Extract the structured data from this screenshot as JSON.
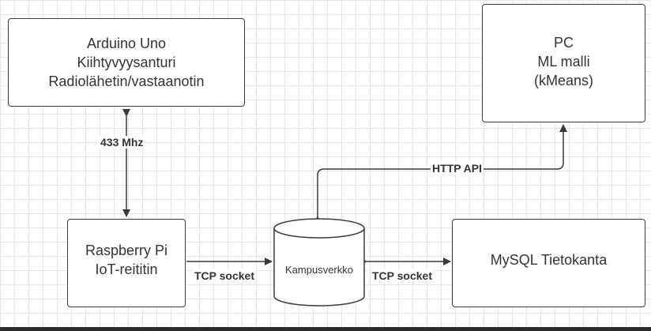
{
  "nodes": {
    "arduino": {
      "lines": [
        "Arduino Uno",
        "Kiihtyvyysanturi",
        "Radiolähetin/vastaanotin"
      ]
    },
    "pc": {
      "lines": [
        "PC",
        "ML malli",
        "(kMeans)"
      ]
    },
    "raspberry": {
      "lines": [
        "Raspberry Pi",
        "IoT-reititin"
      ]
    },
    "database": {
      "label": "Kampusverkko"
    },
    "mysql": {
      "lines": [
        "MySQL Tietokanta"
      ]
    }
  },
  "edges": {
    "arduino_raspberry": {
      "label": "433 Mhz"
    },
    "raspberry_database": {
      "label": "TCP socket"
    },
    "database_mysql": {
      "label": "TCP socket"
    },
    "database_pc": {
      "label": "HTTP API"
    }
  },
  "colors": {
    "stroke": "#3a3a3a",
    "text": "#333333",
    "grid": "#e6e6e6"
  }
}
